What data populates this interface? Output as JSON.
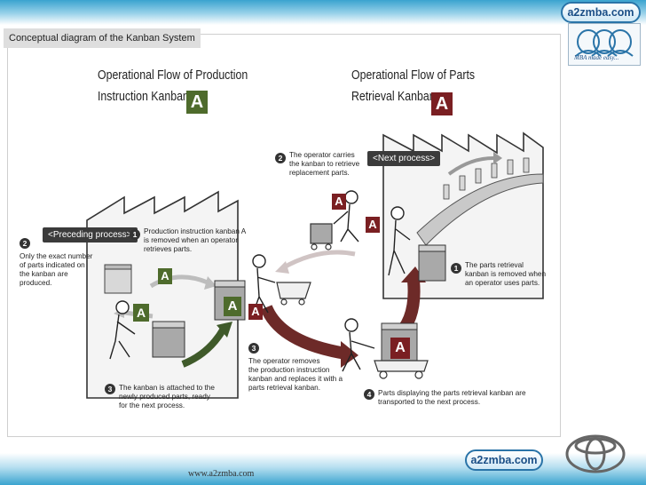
{
  "header": {
    "logo_text": "a2zmba.com",
    "tagline": "MBA made easy..."
  },
  "panel": {
    "title": "Conceptual diagram of the Kanban System"
  },
  "left": {
    "heading_line1": "Operational Flow of Production",
    "heading_line2": "Instruction Kanban",
    "badge": "A",
    "process_tag": "<Preceding process>",
    "step1_num": "1",
    "step1_text": [
      "Production instruction kanban A",
      "is removed when an operator",
      "retrieves parts."
    ],
    "step2_num": "2",
    "step2_text": [
      "Only the exact number",
      "of parts indicated on",
      "the kanban are",
      "produced."
    ],
    "step3_num": "3",
    "step3_text": [
      "The kanban is attached to the",
      "newly produced parts, ready",
      "for the next process."
    ]
  },
  "right": {
    "heading_line1": "Operational Flow of Parts",
    "heading_line2": "Retrieval Kanban",
    "badge": "A",
    "process_tag": "<Next process>",
    "step1_num": "1",
    "step1_text": [
      "The parts retrieval",
      "kanban is removed when",
      "an operator uses parts."
    ],
    "step2_num": "2",
    "step2_text": [
      "The operator carries",
      "the kanban to retrieve",
      "replacement parts."
    ],
    "step4_num": "4",
    "step4_text": [
      "Parts displaying the parts retrieval kanban are",
      "transported to the next  process."
    ]
  },
  "middle": {
    "step3_num": "3",
    "step3_text": [
      "The operator removes",
      "the production instruction",
      "kanban and replaces it with a",
      "parts retrieval kanban."
    ]
  },
  "kanban_labels": {
    "a": "A"
  },
  "footer": {
    "url": "www.a2zmba.com",
    "logo_text": "a2zmba.com"
  },
  "colors": {
    "production_badge": "#4e6b2c",
    "retrieval_badge": "#7a1f22",
    "green_arrow": "#3f5a2a",
    "red_arrow": "#6d2a28",
    "top_bar": "#3aa3cf"
  }
}
